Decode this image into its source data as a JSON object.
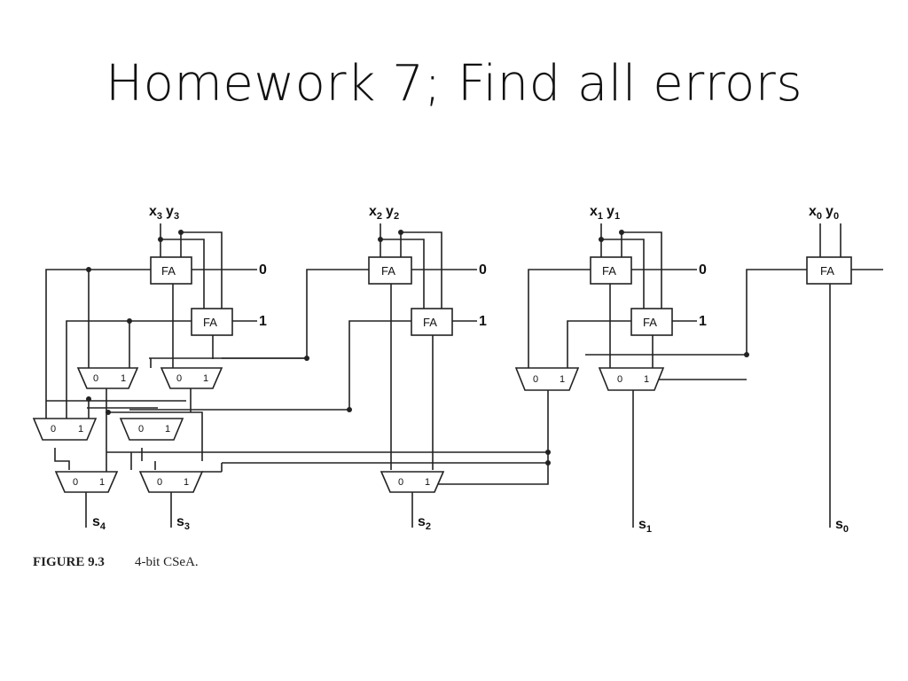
{
  "slide": {
    "title": "Homework 7; Find all errors"
  },
  "figure": {
    "caption_label": "FIGURE 9.3",
    "caption_text": "4-bit CSeA.",
    "fa_label": "FA",
    "mux_in0": "0",
    "mux_in1": "1",
    "const_zero": "0",
    "const_one": "1",
    "inputs": [
      {
        "x": "x",
        "xi": "3",
        "y": "y",
        "yi": "3"
      },
      {
        "x": "x",
        "xi": "2",
        "y": "y",
        "yi": "2"
      },
      {
        "x": "x",
        "xi": "1",
        "y": "y",
        "yi": "1"
      },
      {
        "x": "x",
        "xi": "0",
        "y": "y",
        "yi": "0"
      }
    ],
    "outputs": [
      {
        "s": "s",
        "si": "4"
      },
      {
        "s": "s",
        "si": "3"
      },
      {
        "s": "s",
        "si": "2"
      },
      {
        "s": "s",
        "si": "1"
      },
      {
        "s": "s",
        "si": "0"
      }
    ]
  }
}
